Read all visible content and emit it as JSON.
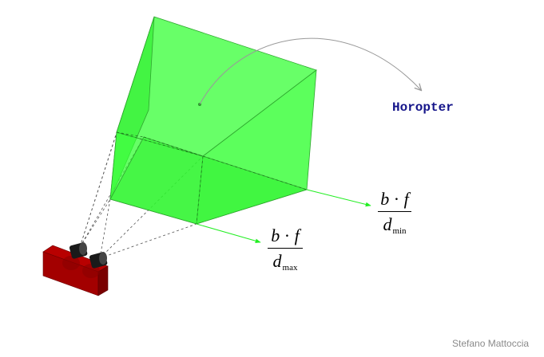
{
  "labels": {
    "horopter": "Horopter",
    "credit": "Stefano Mattoccia"
  },
  "formula_max": {
    "numerator_b": "b",
    "operator": "·",
    "numerator_f": "f",
    "denominator_d": "d",
    "denominator_sub": "max"
  },
  "formula_min": {
    "numerator_b": "b",
    "operator": "·",
    "numerator_f": "f",
    "denominator_d": "d",
    "denominator_sub": "min"
  },
  "colors": {
    "volume_fill": "#33ff33",
    "arrow_green": "#22ee22",
    "curve_gray": "#999999",
    "camera_red": "#b30000",
    "label_blue": "#15158a",
    "credit_gray": "#8a8a8a"
  }
}
